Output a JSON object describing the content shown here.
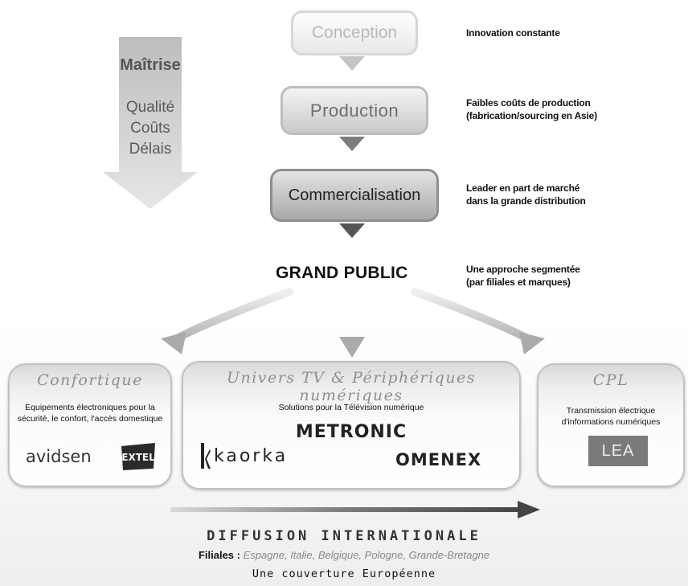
{
  "left": {
    "title": "Maîtrise",
    "items": [
      "Qualité",
      "Coûts",
      "Délais"
    ]
  },
  "process": {
    "steps": [
      "Conception",
      "Production",
      "Commercialisation"
    ],
    "target": "GRAND PUBLIC"
  },
  "notes": {
    "n1": [
      "Innovation constante"
    ],
    "n2": [
      "Faibles coûts de production",
      "(fabrication/sourcing en Asie)"
    ],
    "n3": [
      "Leader en part de marché",
      "dans la grande distribution"
    ],
    "n4": [
      "Une approche segmentée",
      "(par filiales et marques)"
    ]
  },
  "panels": {
    "confortique": {
      "title": "Confortique",
      "subtitle": "Equipements électroniques pour la sécurité, le confort, l'accès domestique",
      "logos": [
        "avidsen",
        "EXTEL"
      ]
    },
    "tv": {
      "title": "Univers TV & Périphériques numériques",
      "subtitle": "Solutions pour la Télévision numérique",
      "logos": [
        "METRONIC",
        "kaorka",
        "OMENEX"
      ]
    },
    "cpl": {
      "title": "CPL",
      "subtitle": "Transmission électrique d'informations numériques",
      "logos": [
        "LEA"
      ]
    }
  },
  "footer": {
    "title": "DIFFUSION INTERNATIONALE",
    "filiales_label": "Filiales :",
    "filiales_list": "Espagne, Italie, Belgique, Pologne, Grande-Bretagne",
    "coverage": "Une couverture Européenne"
  },
  "colors": {
    "arrow_light": "#d4d4d4",
    "arrow_dark": "#444444",
    "text_dark": "#111111",
    "text_grey": "#888888"
  },
  "icons": [
    "down-arrow-icon",
    "curved-arrow-icon",
    "right-arrow-icon"
  ]
}
